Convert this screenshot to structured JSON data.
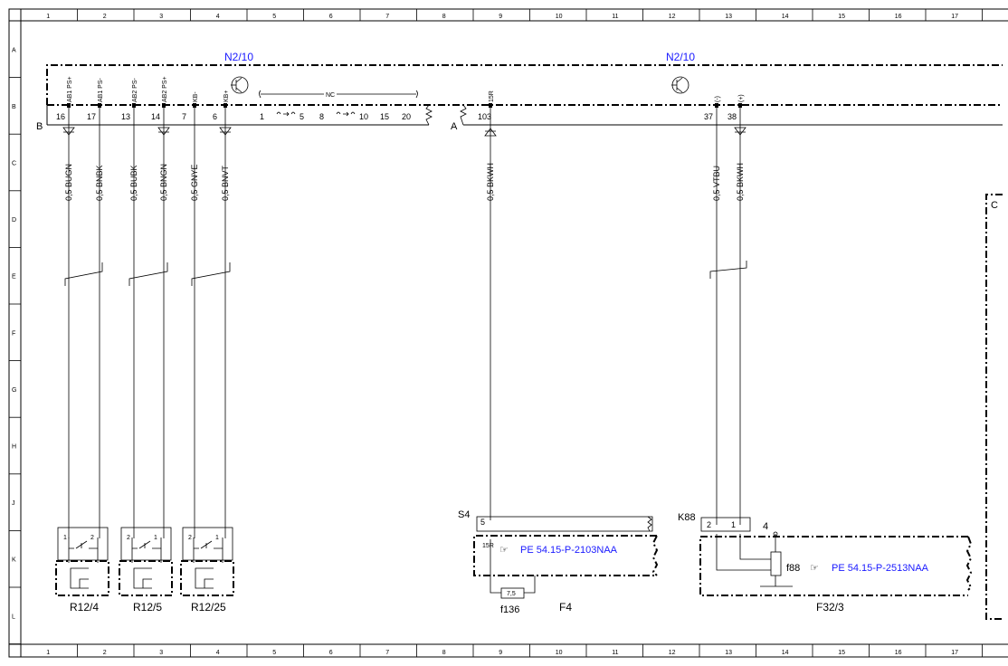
{
  "ruler": {
    "columns": [
      "1",
      "2",
      "3",
      "4",
      "5",
      "6",
      "7",
      "8",
      "9",
      "10",
      "11",
      "12",
      "13",
      "14",
      "15",
      "16",
      "17"
    ],
    "rows": [
      "A",
      "B",
      "C",
      "D",
      "E",
      "F",
      "G",
      "H",
      "J",
      "K",
      "L"
    ]
  },
  "module": {
    "title_left": "N2/10",
    "title_right": "N2/10",
    "connector_b": "B",
    "connector_a": "A",
    "connector_c": "C",
    "nc_label": "NC"
  },
  "pins": [
    {
      "signal": "AB1 PS+",
      "pin": "16",
      "wire": "0,5 BUGN"
    },
    {
      "signal": "AB1 PS-",
      "pin": "17",
      "wire": "0,5 BNBK"
    },
    {
      "signal": "AB2 PS-",
      "pin": "13",
      "wire": "0,5 BUBK"
    },
    {
      "signal": "AB2 PS+",
      "pin": "14",
      "wire": "0,5 BNGN"
    },
    {
      "signal": "KB-",
      "pin": "7",
      "wire": "0,5 GNYE"
    },
    {
      "signal": "KB+",
      "pin": "6",
      "wire": "0,5 BNVT"
    },
    {
      "signal": "15R",
      "pin": "103",
      "wire": "0,5 BKWH"
    },
    {
      "signal": "(-)",
      "pin": "37",
      "wire": "0,5 VTBU"
    },
    {
      "signal": "(+)",
      "pin": "38",
      "wire": "0,5 BKWH"
    }
  ],
  "nc_pins": [
    "1",
    "5",
    "8",
    "10",
    "15",
    "20"
  ],
  "components": {
    "r12_4": {
      "name": "R12/4",
      "pin_a": "1",
      "pin_b": "2"
    },
    "r12_5": {
      "name": "R12/5",
      "pin_a": "2",
      "pin_b": "1"
    },
    "r12_25": {
      "name": "R12/25",
      "pin_a": "2",
      "pin_b": "1"
    },
    "s4": {
      "name": "S4",
      "pin": "5",
      "signal": "15R"
    },
    "f4": {
      "name": "F4",
      "ref": "PE 54.15-P-2103NAA"
    },
    "f136": {
      "name": "f136",
      "rating": "7,5"
    },
    "k88": {
      "name": "K88",
      "pin_a": "2",
      "pin_b": "1",
      "pin_c": "4"
    },
    "f32_3": {
      "name": "F32/3",
      "ref": "PE 54.15-P-2513NAA"
    },
    "f88": {
      "name": "f88"
    }
  }
}
